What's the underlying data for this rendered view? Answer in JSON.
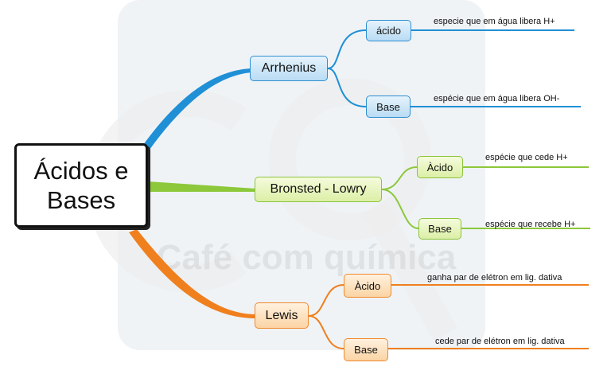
{
  "watermark": {
    "monogram": "CQ",
    "brand": "Café com química"
  },
  "colors": {
    "arrhenius": "#1f8fd6",
    "bronsted": "#8cc83a",
    "lewis": "#f07f1e"
  },
  "central": {
    "line1": "Ácidos e",
    "line2": "Bases"
  },
  "theories": [
    {
      "name": "Arrhenius",
      "acid": {
        "label": "ácido",
        "definition": "especie que em água libera H+"
      },
      "base": {
        "label": "Base",
        "definition": "espécie que em água libera OH-"
      }
    },
    {
      "name": "Bronsted - Lowry",
      "acid": {
        "label": "Àcido",
        "definition": "espécie que cede H+"
      },
      "base": {
        "label": "Base",
        "definition": "espécie que recebe H+"
      }
    },
    {
      "name": "Lewis",
      "acid": {
        "label": "Àcido",
        "definition": "ganha par de elétron em lig. dativa"
      },
      "base": {
        "label": "Base",
        "definition": "cede par de elétron em lig. dativa"
      }
    }
  ]
}
